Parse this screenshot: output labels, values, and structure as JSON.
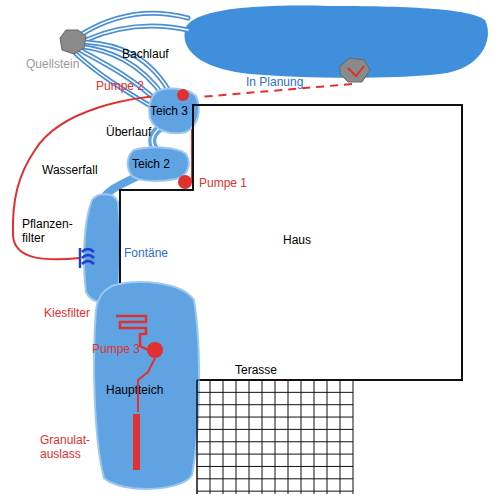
{
  "diagram": {
    "nodes": [
      {
        "text": [
          "Teich 3"
        ]
      },
      {
        "text": [
          "Teich 2"
        ]
      },
      {
        "text": [
          "Haus"
        ]
      },
      {
        "text": [
          "Hauptteich"
        ]
      },
      {
        "text": [
          "Terasse"
        ]
      }
    ],
    "labels": [
      "Quellstein",
      "Bachlauf",
      "In Planung",
      "Pumpe 2",
      "Überlauf",
      "Wasserfall",
      "Pumpe 1",
      "Pflanzen- filter",
      "Fontäne",
      "Kiesfilter",
      "Pumpe 3",
      "Granulat- auslass"
    ]
  }
}
